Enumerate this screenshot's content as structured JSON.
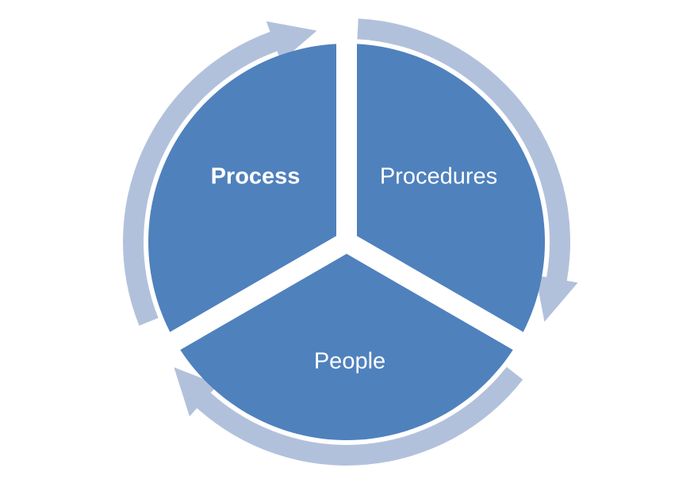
{
  "diagram": {
    "segments": [
      {
        "id": "process",
        "label": "Process",
        "bold": true
      },
      {
        "id": "procedures",
        "label": "Procedures",
        "bold": false
      },
      {
        "id": "people",
        "label": "People",
        "bold": false
      }
    ],
    "colors": {
      "segment_fill": "#4F81BD",
      "arrow_fill": "#B2C1DB",
      "label_text": "#FFFFFF",
      "background": "#FFFFFF"
    }
  }
}
